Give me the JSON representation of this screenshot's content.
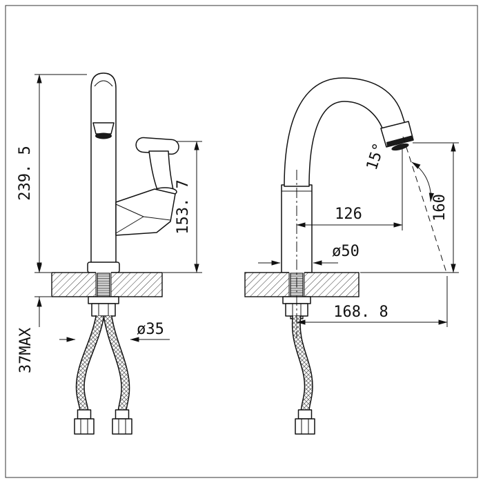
{
  "drawing": {
    "dimensions": {
      "overall_height": "239. 5",
      "spout_height": "153. 7",
      "deck_thickness": "37MAX",
      "hole_diameter": "ø35",
      "spout_reach": "126",
      "base_diameter": "ø50",
      "outlet_height": "160",
      "max_reach": "168. 8",
      "spout_angle": "15°"
    }
  }
}
